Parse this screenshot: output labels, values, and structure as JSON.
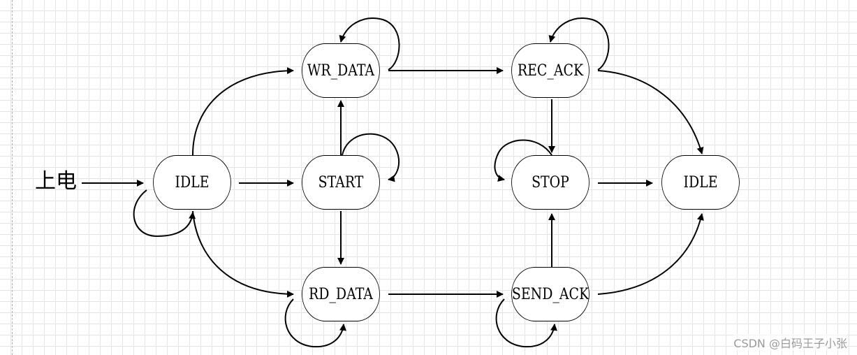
{
  "start_label": "上电",
  "states": {
    "idle": "IDLE",
    "wr_data": "WR_DATA",
    "start": "START",
    "rd_data": "RD_DATA",
    "rec_ack": "REC_ACK",
    "stop": "STOP",
    "send_ack": "SEND_ACK",
    "idle_end": "IDLE"
  },
  "watermark": "CSDN @白码王子小张"
}
